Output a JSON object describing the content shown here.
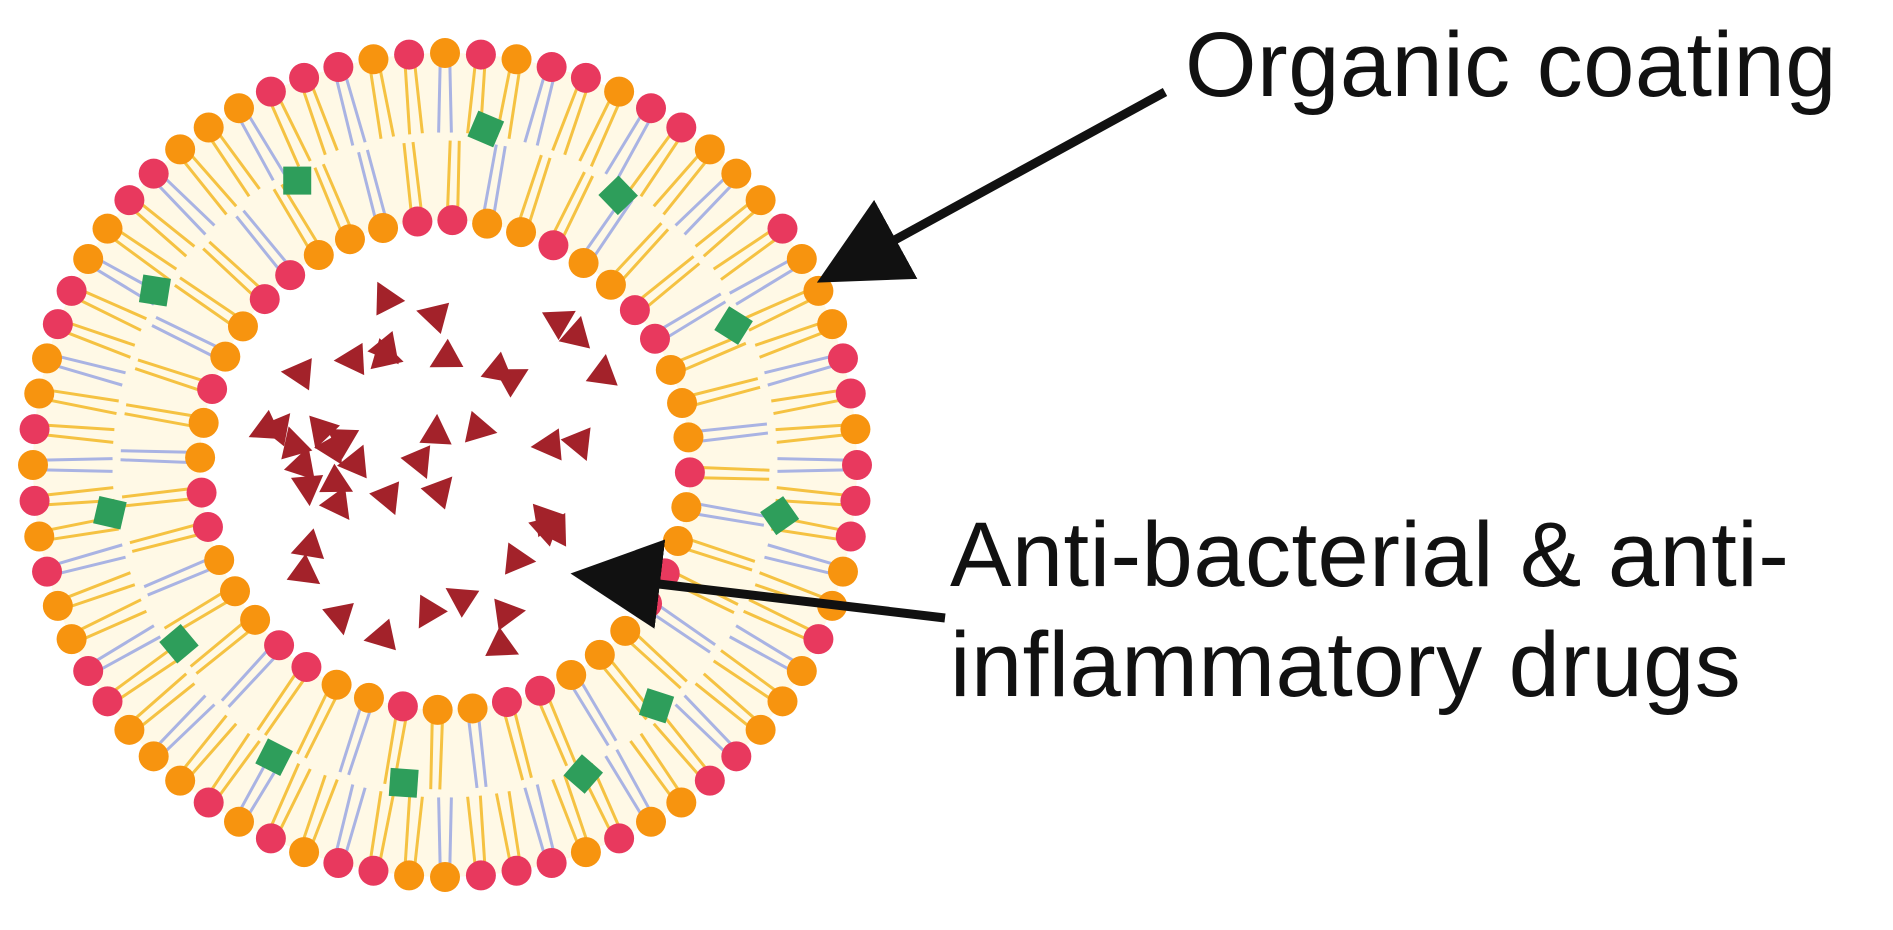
{
  "labels": {
    "organic_coating": "Organic coating",
    "drugs_line1": "Anti-bacterial & anti-",
    "drugs_line2": "inflammatory drugs"
  },
  "colors": {
    "head_pink": "#e8395e",
    "head_orange": "#f7940f",
    "tail_yellow": "#f5c242",
    "tail_blue": "#a9b3e3",
    "membrane_fill": "#fff9e6",
    "drug_triangle": "#a3222a",
    "green_square": "#2e9e5b",
    "arrow": "#111111"
  },
  "icons": {
    "drug": "triangle",
    "membrane_particle": "diamond-square",
    "lipid_head": "circle"
  }
}
